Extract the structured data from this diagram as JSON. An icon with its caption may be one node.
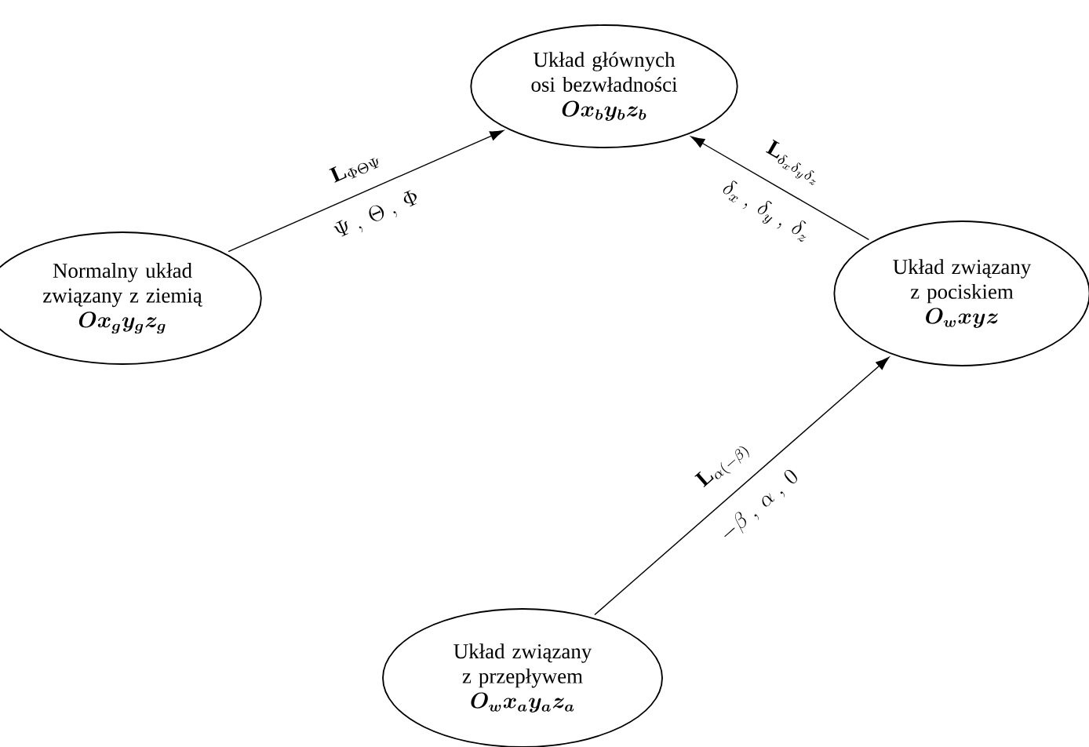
{
  "diagram": {
    "nodes": [
      {
        "text": [
          "Układ głównych osi bezwładności",
          "Ox_{b}y_{b}z_{b}"
        ]
      },
      {
        "text": [
          "Normalny układ związany z ziemią",
          "Ox_{g}y_{g}z_{g}"
        ]
      },
      {
        "text": [
          "Układ związany z pociskiem",
          "O_{w}xyz"
        ]
      },
      {
        "text": [
          "Układ związany z przepływem",
          "O_{w}x_{a}y_{a}z_{a}"
        ]
      }
    ],
    "edges": [
      {
        "from": 1,
        "to": 0,
        "arrow": "to",
        "label": "\\mathbf{L}_{\\Phi\\Theta\\Psi}"
      },
      {
        "from": 2,
        "to": 0,
        "arrow": "to",
        "label": "\\mathbf{L}_{\\delta_{x}\\delta_{y}\\delta_{z}}"
      },
      {
        "from": 3,
        "to": 2,
        "arrow": "to",
        "label": "\\mathbf{L}_{\\alpha(-\\beta)}"
      }
    ],
    "labels": [
      "\\Psi\\ ,\\ \\Theta\\ ,\\ \\Phi",
      "\\delta_{x}\\ ,\\ \\delta_{y}\\ ,\\ \\delta_{z}",
      "-\\beta\\ ,\\ \\alpha\\ ,\\ 0"
    ]
  }
}
